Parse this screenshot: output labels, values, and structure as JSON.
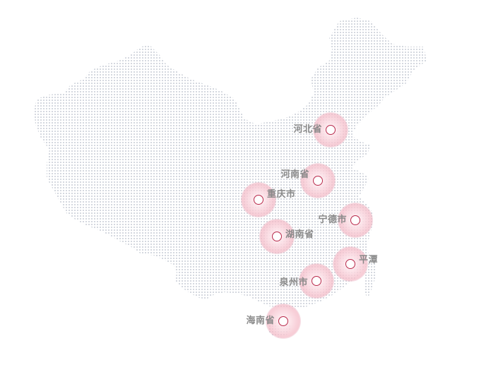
{
  "map": {
    "dot_color": "#c9ced6",
    "marker_color": "#b8284a",
    "halo_color": "#f2b8c6"
  },
  "locations": [
    {
      "id": "hebei",
      "label": "河北省"
    },
    {
      "id": "henan",
      "label": "河南省"
    },
    {
      "id": "chongqing",
      "label": "重庆市"
    },
    {
      "id": "ningde",
      "label": "宁德市"
    },
    {
      "id": "hunan",
      "label": "湖南省"
    },
    {
      "id": "pingtan",
      "label": "平潭"
    },
    {
      "id": "quanzhou",
      "label": "泉州市"
    },
    {
      "id": "hainan",
      "label": "海南省"
    }
  ]
}
